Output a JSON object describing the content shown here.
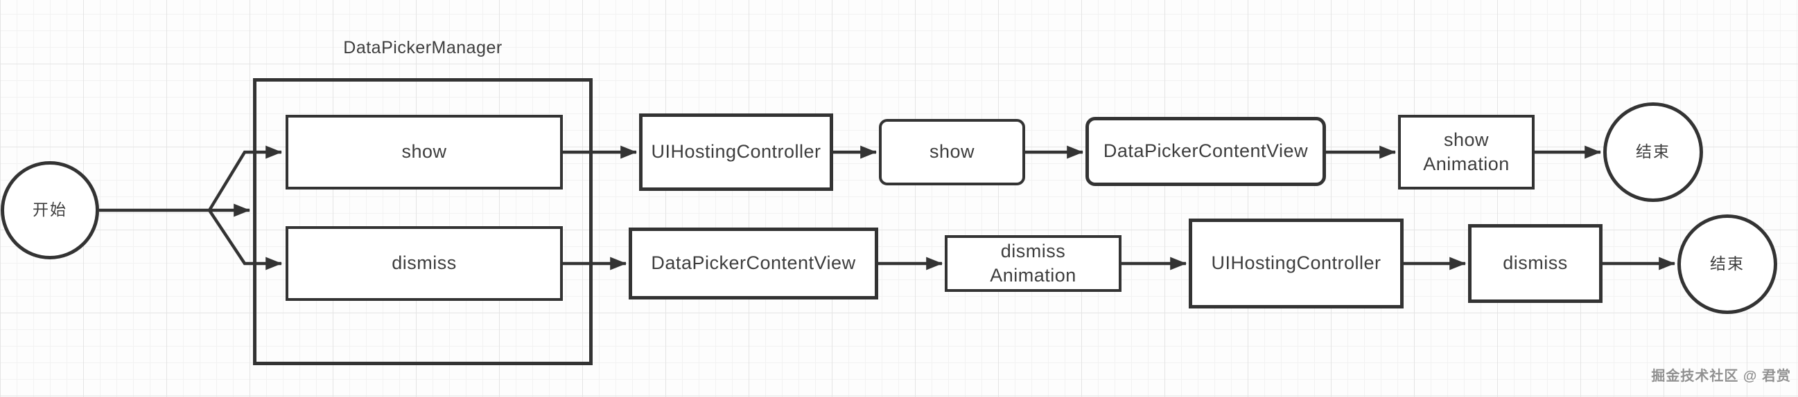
{
  "diagram_title": "DataPickerManager",
  "nodes": {
    "start": "开始",
    "manager_show": "show",
    "manager_dismiss": "dismiss",
    "top_uihosting": "UIHostingController",
    "top_show": "show",
    "top_contentview": "DataPickerContentView",
    "top_animation": "show\nAnimation",
    "top_end": "结束",
    "bottom_contentview": "DataPickerContentView",
    "bottom_animation": "dismiss\nAnimation",
    "bottom_uihosting": "UIHostingController",
    "bottom_dismiss": "dismiss",
    "bottom_end": "结束"
  },
  "watermark": "掘金技术社区 @ 君赏",
  "colors": {
    "stroke": "#333333",
    "text": "#3d3d3d",
    "watermark_text": "#909090",
    "background": "#fdfdfd",
    "grid_minor": "#f2f2f2",
    "grid_major": "#e4e4e4"
  }
}
